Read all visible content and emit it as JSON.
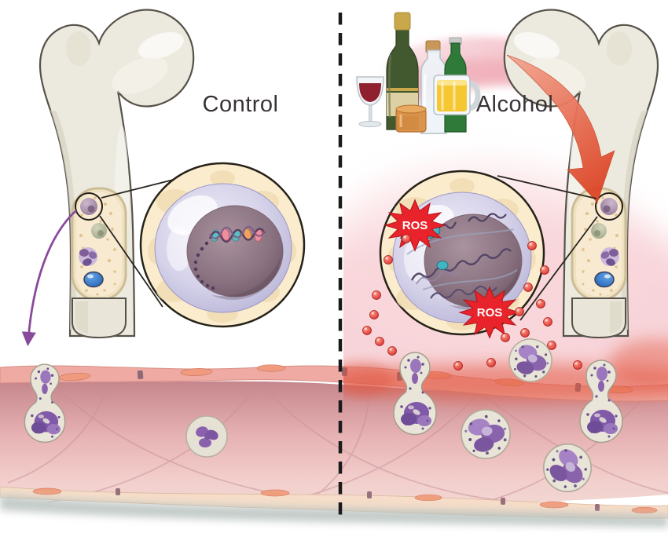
{
  "labels": {
    "control": "Control",
    "alcohol": "Alcohol",
    "ros": "ROS"
  },
  "colors": {
    "background": "#ffffff",
    "ros_burst_red": "#e8232b",
    "alcohol_arrow_red": "#dd4526",
    "bone_fill": "#eceadf",
    "bone_outline": "#56524a",
    "marrow_cream": "#f8ead0",
    "vessel_pink": "#e7b3b4",
    "vessel_glow_red": "#e2543e",
    "cell_cytoplasm_lavender": "#c9c6e0",
    "cell_nucleus_mauve": "#8a7280",
    "migration_arrow_purple": "#8a4a9b",
    "divider_black": "#1a1a1a",
    "stem_cell_blue": "#1f5fb4"
  },
  "icons": {
    "drinks": [
      "wine-glass-icon",
      "champagne-bottle-icon",
      "liquor-bottle-icon",
      "beer-bottle-icon",
      "beer-mug-icon",
      "whiskey-glass-icon"
    ]
  }
}
